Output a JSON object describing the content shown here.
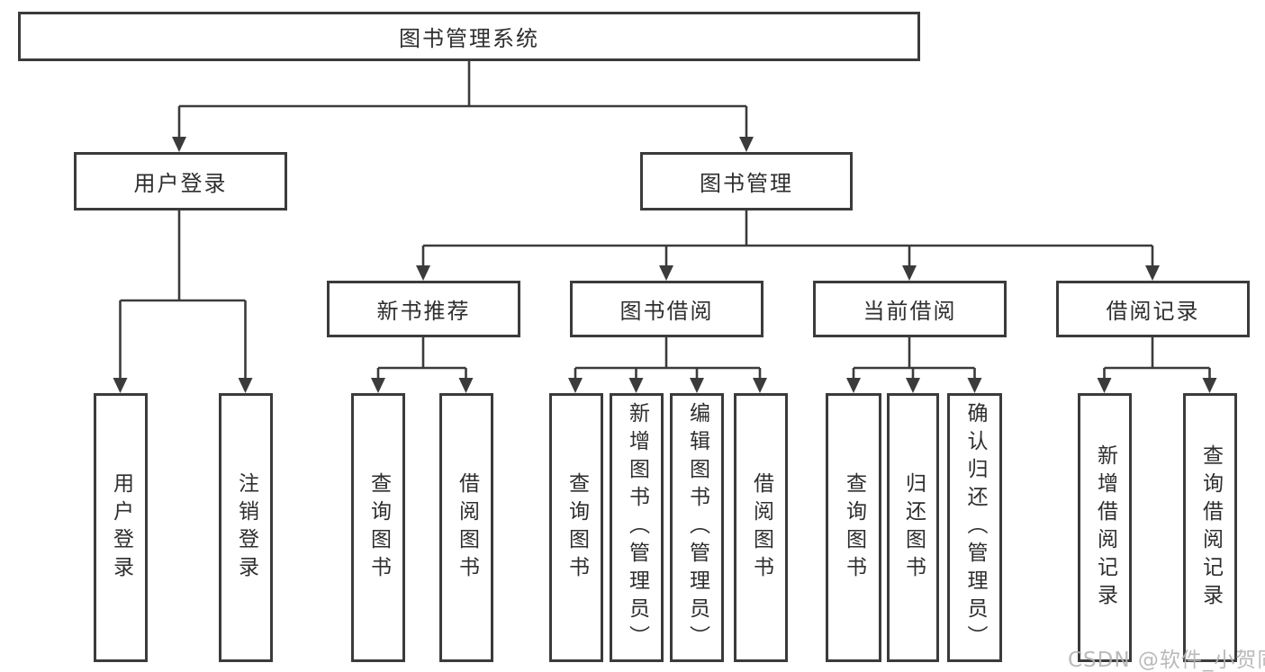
{
  "tree": {
    "root": "图书管理系统",
    "l2": [
      "用户登录",
      "图书管理"
    ],
    "l3": [
      "新书推荐",
      "图书借阅",
      "当前借阅",
      "借阅记录"
    ],
    "leaves_user": [
      "用户登录",
      "注销登录"
    ],
    "leaves_new": [
      "查询图书",
      "借阅图书"
    ],
    "leaves_borrow": [
      "查询图书",
      "新增图书（管理员）",
      "编辑图书（管理员）",
      "借阅图书"
    ],
    "leaves_current": [
      "查询图书",
      "归还图书",
      "确认归还（管理员）"
    ],
    "leaves_records": [
      "新增借阅记录",
      "查询借阅记录"
    ]
  },
  "watermark": "CSDN @软件_小贺同学",
  "colors": {
    "line": "#3b3b3b",
    "text": "#2e2e2e",
    "box_background": "#ffffff",
    "watermark": "#b3b3b3",
    "background": "#ffffff"
  }
}
